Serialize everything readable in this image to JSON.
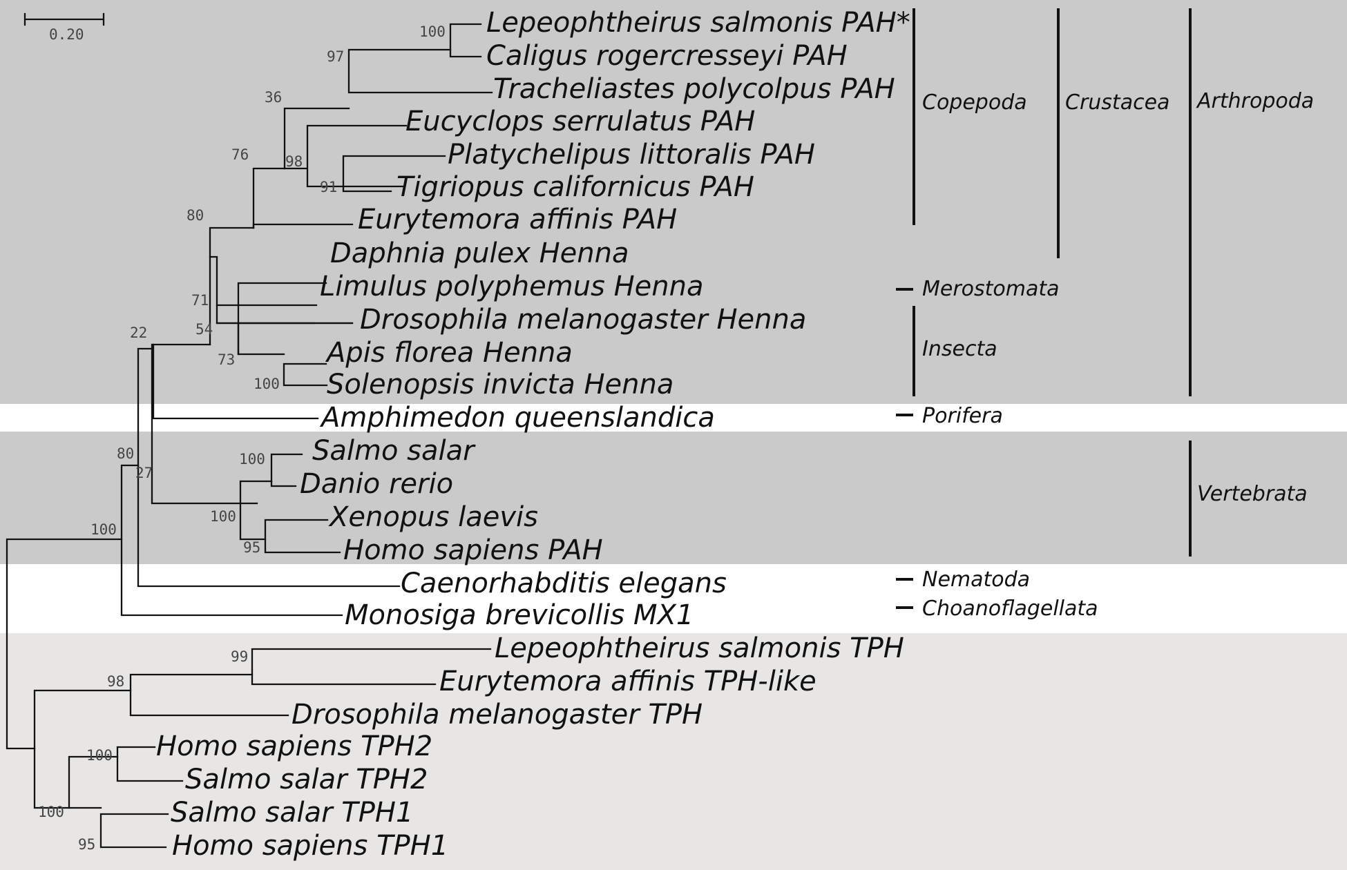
{
  "colors": {
    "dark_band": "#cacaca",
    "light_band": "#e7e6e5",
    "line": "#111111",
    "support_text": "#444444"
  },
  "scale_bar": {
    "label": "0.20"
  },
  "taxa": [
    "Lepeophtheirus salmonis PAH*",
    "Caligus rogercresseyi PAH",
    "Tracheliastes polycolpus PAH",
    "Eucyclops serrulatus PAH",
    "Platychelipus littoralis PAH",
    "Tigriopus californicus PAH",
    "Eurytemora affinis PAH",
    "Daphnia pulex Henna",
    "Limulus polyphemus Henna",
    "Drosophila melanogaster Henna",
    "Apis florea Henna",
    "Solenopsis invicta Henna",
    "Amphimedon queenslandica",
    "Salmo salar",
    "Danio rerio",
    "Xenopus laevis",
    "Homo sapiens PAH",
    "Caenorhabditis elegans",
    "Monosiga brevicollis MX1",
    "Lepeophtheirus salmonis TPH",
    "Eurytemora affinis TPH-like",
    "Drosophila melanogaster TPH",
    "Homo sapiens TPH2",
    "Salmo salar TPH2",
    "Salmo salar TPH1",
    "Homo sapiens TPH1"
  ],
  "support_values": [
    "100",
    "97",
    "36",
    "98",
    "91",
    "76",
    "80",
    "71",
    "54",
    "73",
    "100",
    "22",
    "80",
    "27",
    "100",
    "100",
    "95",
    "100",
    "99",
    "98",
    "100",
    "100",
    "95"
  ],
  "groups": [
    "Copepoda",
    "Crustacea",
    "Arthropoda",
    "Merostomata",
    "Insecta",
    "Porifera",
    "Vertebrata",
    "Nematoda",
    "Choanoflagellata"
  ]
}
